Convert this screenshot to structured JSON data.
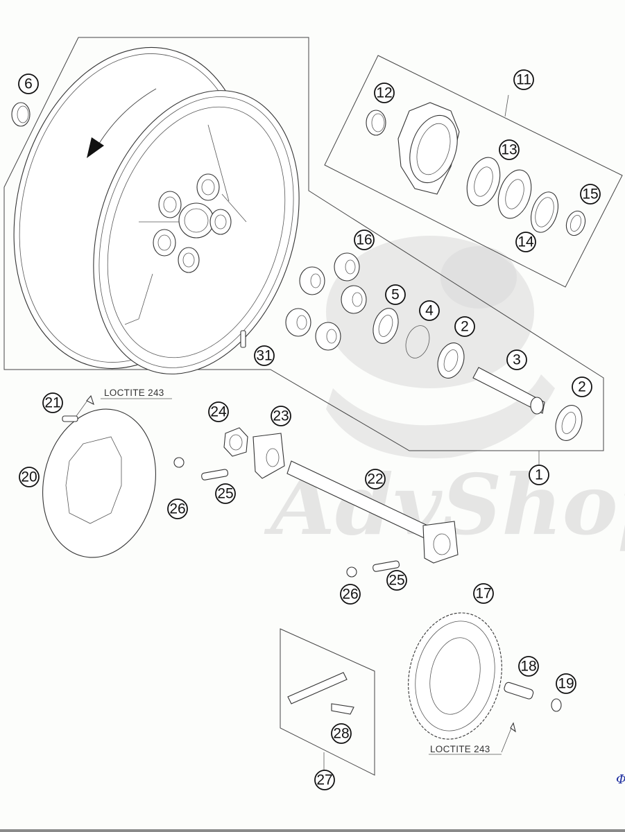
{
  "diagram": {
    "title": "Rear wheel exploded parts diagram",
    "watermark": "AdvShop",
    "callouts": [
      {
        "id": "1",
        "label": "1"
      },
      {
        "id": "2a",
        "label": "2"
      },
      {
        "id": "2b",
        "label": "2"
      },
      {
        "id": "3",
        "label": "3"
      },
      {
        "id": "4",
        "label": "4"
      },
      {
        "id": "5",
        "label": "5"
      },
      {
        "id": "6",
        "label": "6"
      },
      {
        "id": "11",
        "label": "11"
      },
      {
        "id": "12",
        "label": "12"
      },
      {
        "id": "13",
        "label": "13"
      },
      {
        "id": "14",
        "label": "14"
      },
      {
        "id": "15",
        "label": "15"
      },
      {
        "id": "16",
        "label": "16"
      },
      {
        "id": "17",
        "label": "17"
      },
      {
        "id": "18",
        "label": "18"
      },
      {
        "id": "19",
        "label": "19"
      },
      {
        "id": "20",
        "label": "20"
      },
      {
        "id": "21",
        "label": "21"
      },
      {
        "id": "22",
        "label": "22"
      },
      {
        "id": "23",
        "label": "23"
      },
      {
        "id": "24",
        "label": "24"
      },
      {
        "id": "25a",
        "label": "25"
      },
      {
        "id": "25b",
        "label": "25"
      },
      {
        "id": "26a",
        "label": "26"
      },
      {
        "id": "26b",
        "label": "26"
      },
      {
        "id": "27",
        "label": "27"
      },
      {
        "id": "28",
        "label": "28"
      },
      {
        "id": "31",
        "label": "31"
      }
    ],
    "notes": [
      {
        "id": "loctite-brake-disc",
        "text": "LOCTITE 243"
      },
      {
        "id": "loctite-sprocket",
        "text": "LOCTITE 243"
      }
    ],
    "corner_glyph": "Φ"
  }
}
